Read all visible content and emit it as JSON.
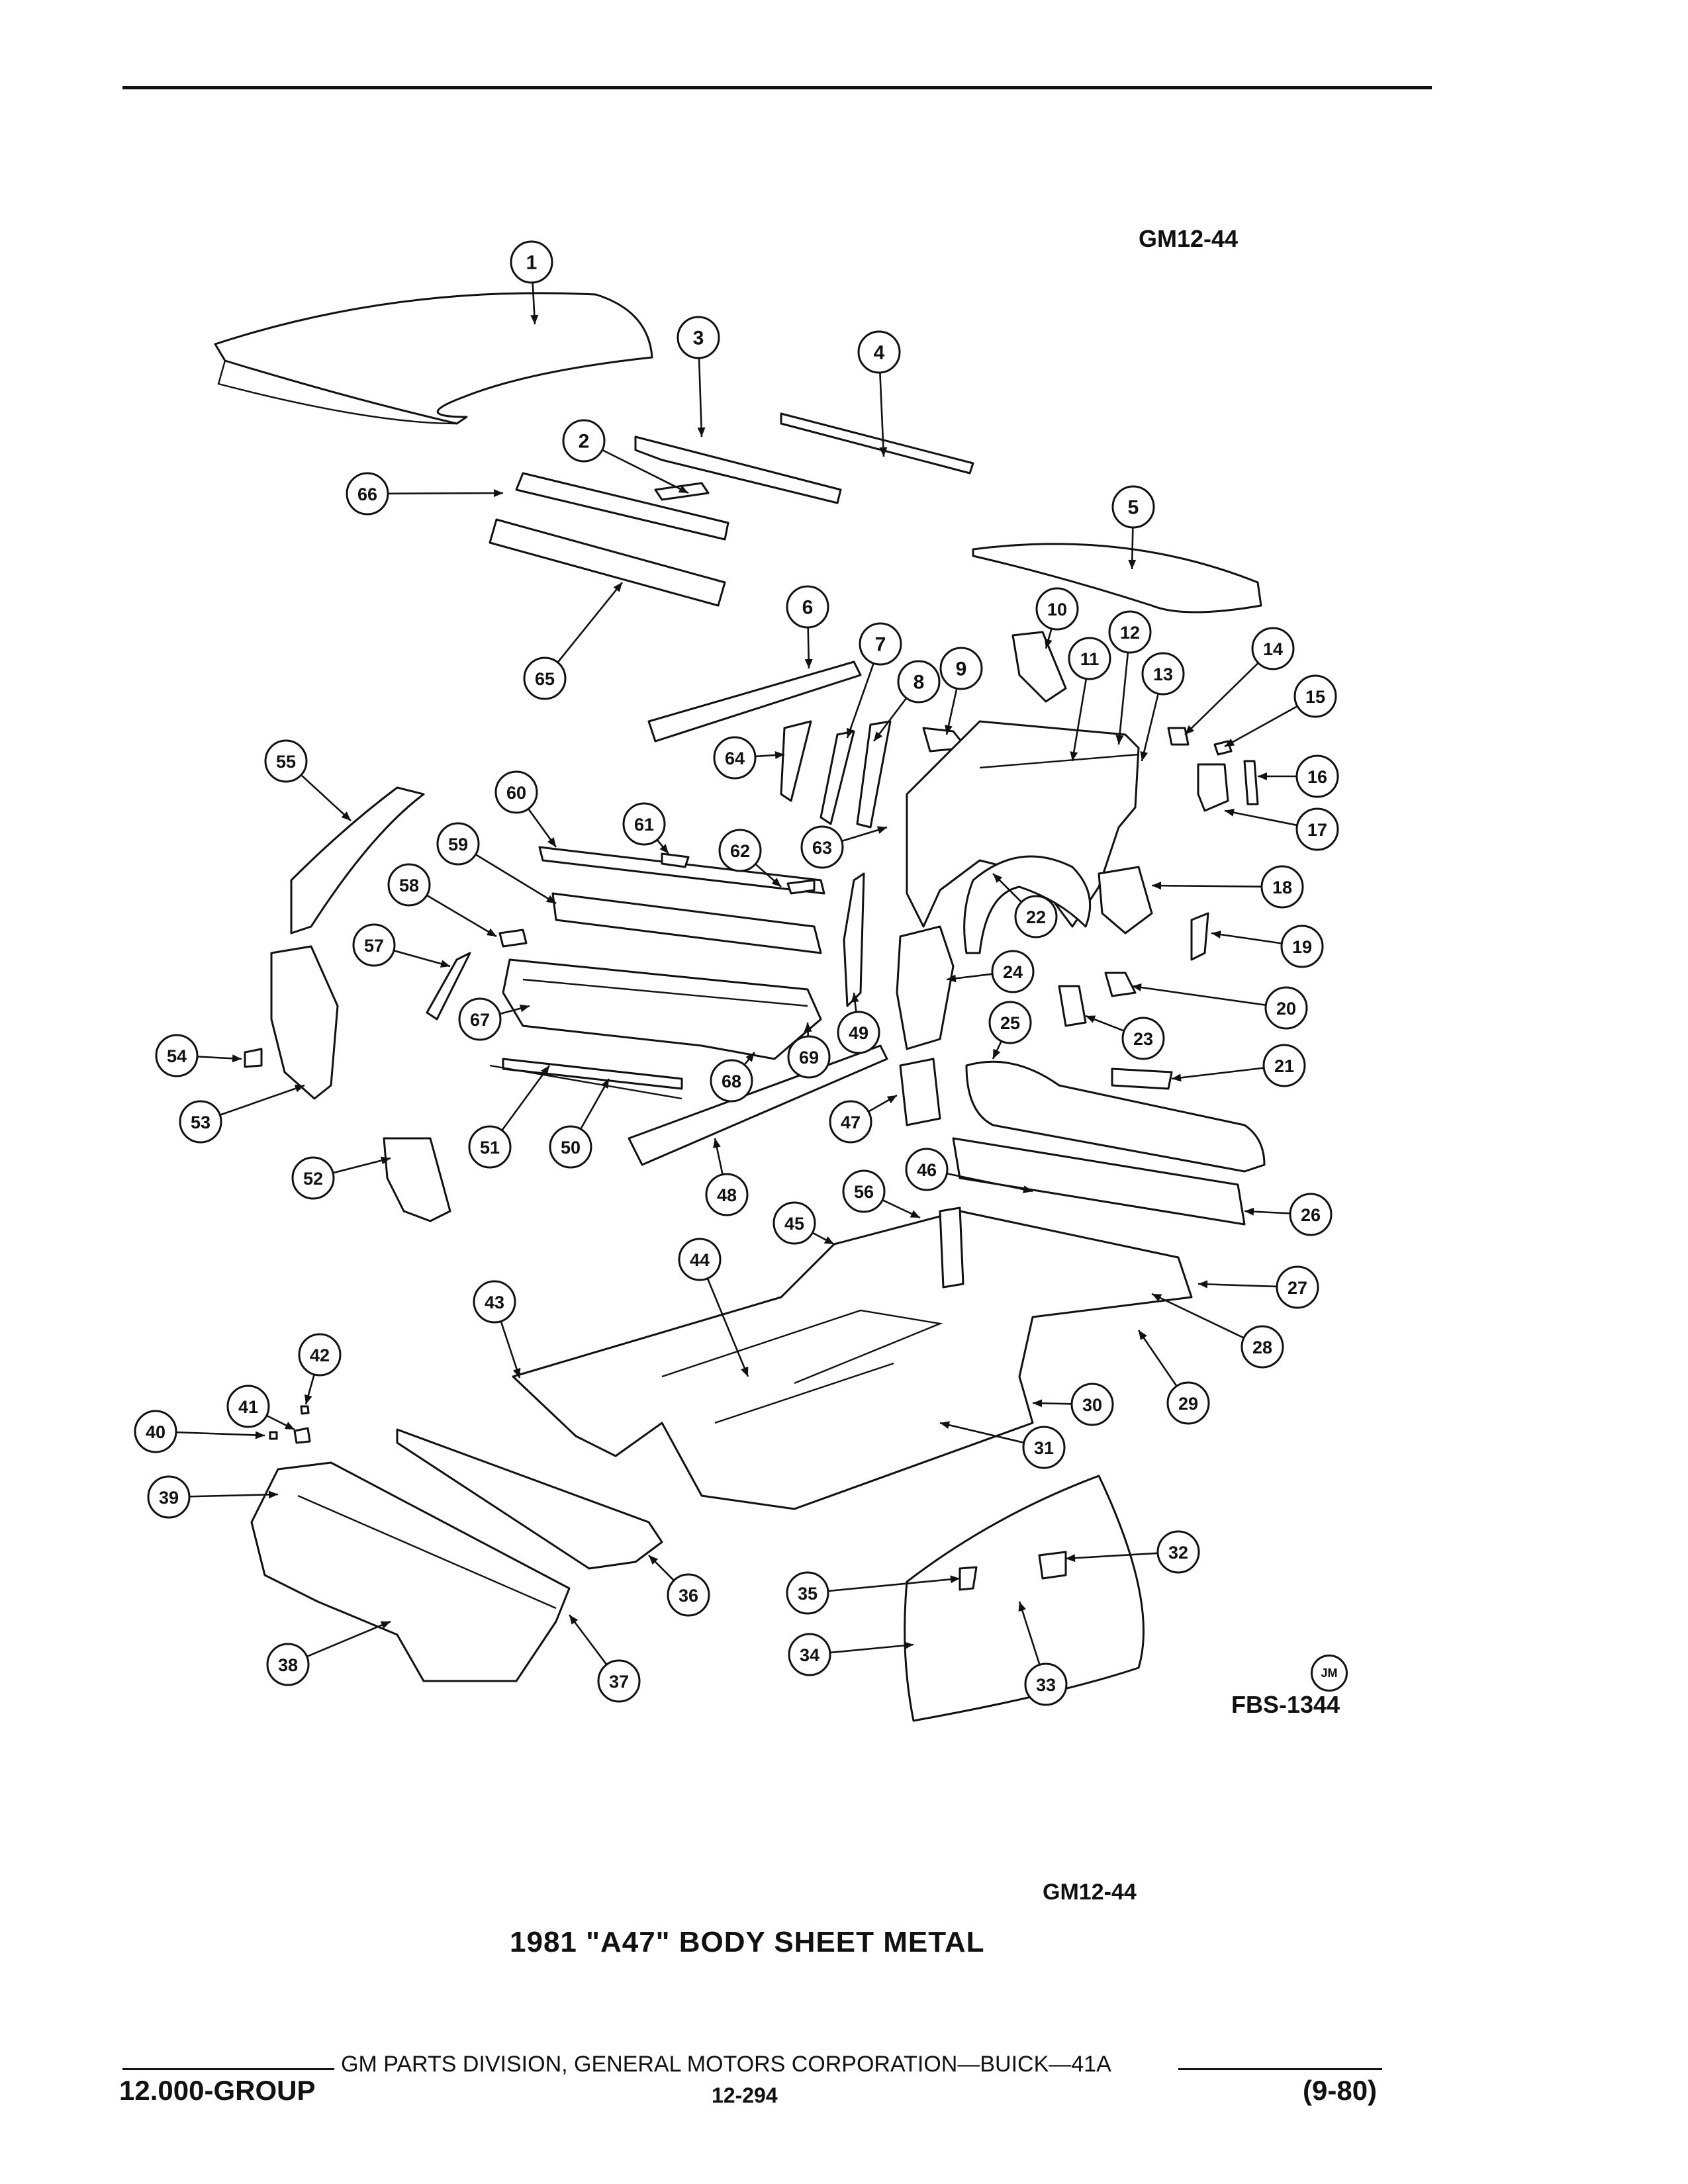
{
  "header": {
    "code_top": "GM12-44",
    "fbs": "FBS-1344",
    "jm": "JM"
  },
  "caption": {
    "code": "GM12-44",
    "title": "1981 \"A47\" BODY SHEET METAL"
  },
  "footer": {
    "publisher": "GM PARTS DIVISION, GENERAL MOTORS CORPORATION—BUICK—41A",
    "group": "12.000-GROUP",
    "page": "12-294",
    "date": "(9-80)"
  },
  "callouts": [
    {
      "n": "1"
    },
    {
      "n": "2"
    },
    {
      "n": "3"
    },
    {
      "n": "4"
    },
    {
      "n": "5"
    },
    {
      "n": "6"
    },
    {
      "n": "7"
    },
    {
      "n": "8"
    },
    {
      "n": "9"
    },
    {
      "n": "10"
    },
    {
      "n": "11"
    },
    {
      "n": "12"
    },
    {
      "n": "13"
    },
    {
      "n": "14"
    },
    {
      "n": "15"
    },
    {
      "n": "16"
    },
    {
      "n": "17"
    },
    {
      "n": "18"
    },
    {
      "n": "19"
    },
    {
      "n": "20"
    },
    {
      "n": "21"
    },
    {
      "n": "22"
    },
    {
      "n": "23"
    },
    {
      "n": "24"
    },
    {
      "n": "25"
    },
    {
      "n": "26"
    },
    {
      "n": "27"
    },
    {
      "n": "28"
    },
    {
      "n": "29"
    },
    {
      "n": "30"
    },
    {
      "n": "31"
    },
    {
      "n": "32"
    },
    {
      "n": "33"
    },
    {
      "n": "34"
    },
    {
      "n": "35"
    },
    {
      "n": "36"
    },
    {
      "n": "37"
    },
    {
      "n": "38"
    },
    {
      "n": "39"
    },
    {
      "n": "40"
    },
    {
      "n": "41"
    },
    {
      "n": "42"
    },
    {
      "n": "43"
    },
    {
      "n": "44"
    },
    {
      "n": "45"
    },
    {
      "n": "46"
    },
    {
      "n": "47"
    },
    {
      "n": "48"
    },
    {
      "n": "49"
    },
    {
      "n": "50"
    },
    {
      "n": "51"
    },
    {
      "n": "52"
    },
    {
      "n": "53"
    },
    {
      "n": "54"
    },
    {
      "n": "55"
    },
    {
      "n": "56"
    },
    {
      "n": "57"
    },
    {
      "n": "58"
    },
    {
      "n": "59"
    },
    {
      "n": "60"
    },
    {
      "n": "61"
    },
    {
      "n": "62"
    },
    {
      "n": "63"
    },
    {
      "n": "64"
    },
    {
      "n": "65"
    },
    {
      "n": "66"
    },
    {
      "n": "67"
    },
    {
      "n": "68"
    },
    {
      "n": "69"
    }
  ]
}
